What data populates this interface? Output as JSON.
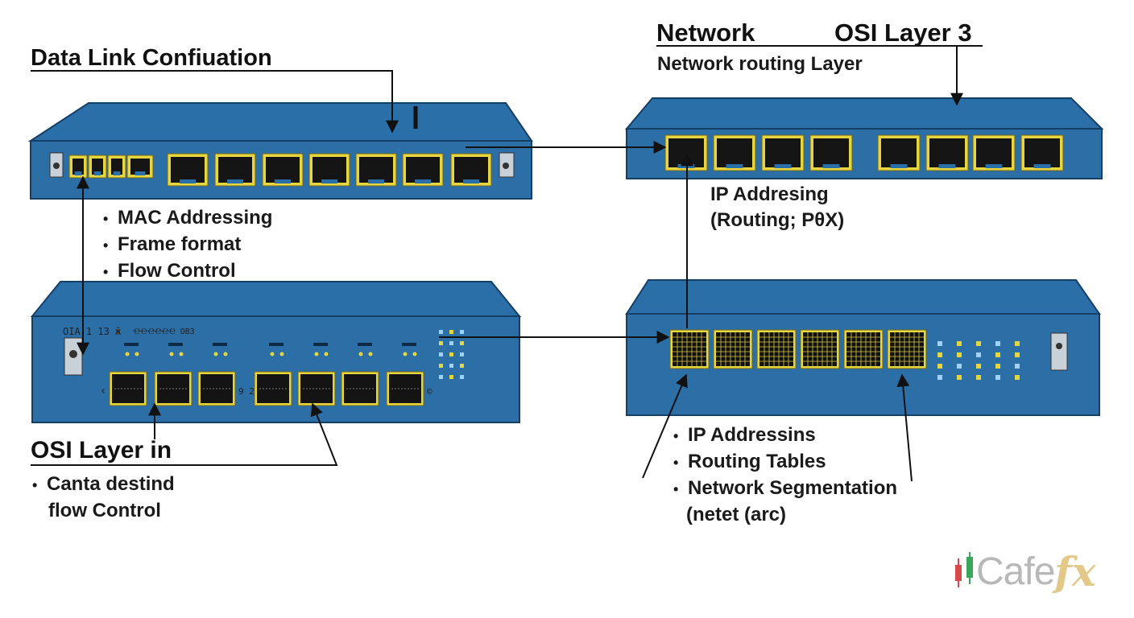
{
  "top_left": {
    "title": "Data Link Confiuation",
    "bullets": [
      "MAC Addressing",
      "Frame format",
      "Flow Control"
    ]
  },
  "top_right": {
    "title_left": "Network",
    "title_right": "OSI Layer 3",
    "subtitle": "Network routing Layer",
    "note_line1": "IP Addresing",
    "note_line2": "(Routing; PθX)"
  },
  "bottom_left": {
    "title": "OSI Layer in",
    "bullet": "Canta destind",
    "continuation": "flow Control",
    "panel_label": "OӀA 1 13 ӂ",
    "panel_label2": "ҼҼҼҼҼҼ OВЗ",
    "port_left_mark": "‹",
    "port_right_mark1": "9 2",
    "port_right_mark2": "©"
  },
  "bottom_right": {
    "bullets": [
      "IP Addressins",
      "Routing Tables",
      "Network Segmentation"
    ],
    "continuation": "(netet (arc)"
  },
  "logo": {
    "text": "Cafe",
    "suffix": "fx"
  },
  "colors": {
    "device_body": "#2b6fa8",
    "device_dark": "#1f5486",
    "port_frame": "#e8d640",
    "port_hole": "#111111",
    "line": "#111111"
  }
}
